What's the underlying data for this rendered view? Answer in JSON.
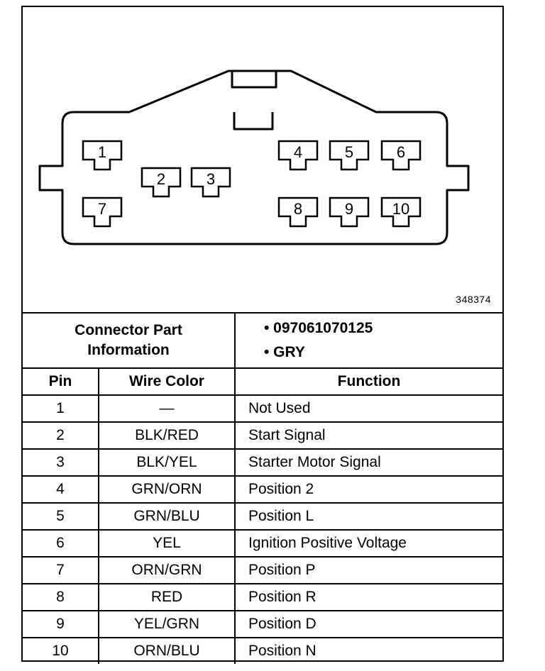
{
  "figure_id": "348374",
  "pins_diagram": [
    "1",
    "2",
    "3",
    "4",
    "5",
    "6",
    "7",
    "8",
    "9",
    "10"
  ],
  "connector_info": {
    "label_line1": "Connector Part",
    "label_line2": "Information",
    "items": [
      "• 097061070125",
      "• GRY"
    ]
  },
  "table": {
    "headers": [
      "Pin",
      "Wire Color",
      "Function"
    ],
    "rows": [
      {
        "pin": "1",
        "color": "—",
        "function": "Not Used"
      },
      {
        "pin": "2",
        "color": "BLK/RED",
        "function": "Start Signal"
      },
      {
        "pin": "3",
        "color": "BLK/YEL",
        "function": "Starter Motor Signal"
      },
      {
        "pin": "4",
        "color": "GRN/ORN",
        "function": "Position 2"
      },
      {
        "pin": "5",
        "color": "GRN/BLU",
        "function": "Position L"
      },
      {
        "pin": "6",
        "color": "YEL",
        "function": "Ignition Positive Voltage"
      },
      {
        "pin": "7",
        "color": "ORN/GRN",
        "function": "Position P"
      },
      {
        "pin": "8",
        "color": "RED",
        "function": "Position R"
      },
      {
        "pin": "9",
        "color": "YEL/GRN",
        "function": "Position D"
      },
      {
        "pin": "10",
        "color": "ORN/BLU",
        "function": "Position N"
      }
    ]
  }
}
